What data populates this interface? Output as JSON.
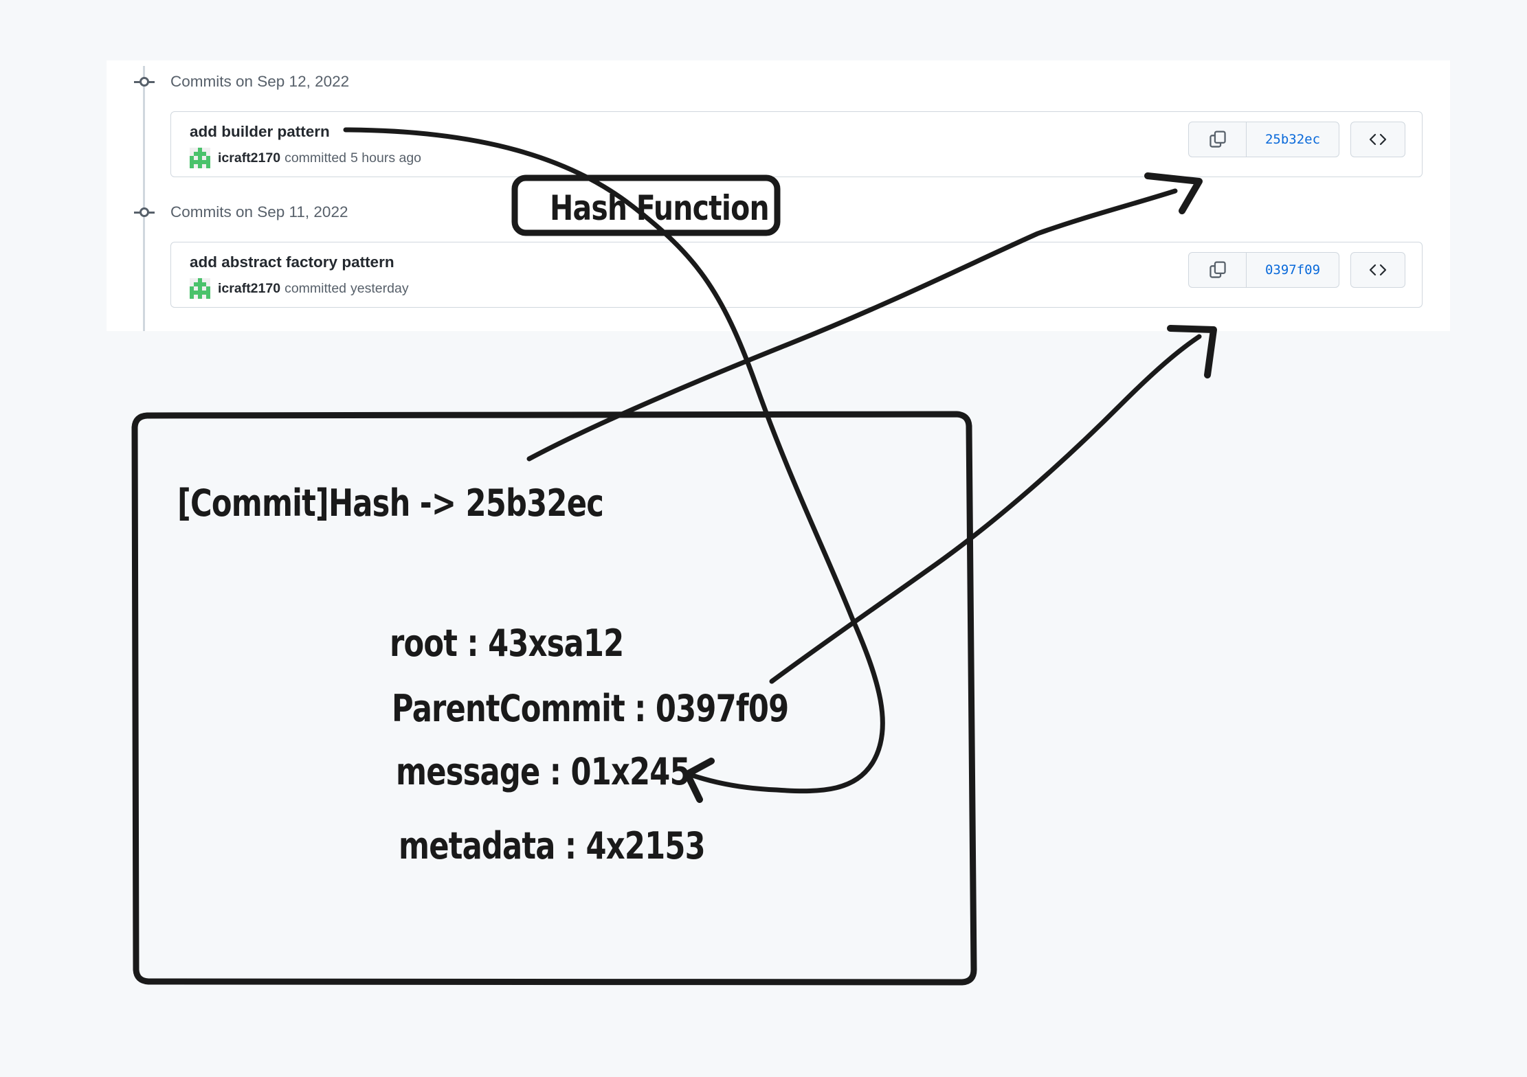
{
  "commit_list": {
    "groups": [
      {
        "heading": "Commits on Sep 12, 2022",
        "commit": {
          "title": "add builder pattern",
          "author": "icraft2170",
          "action": "committed",
          "time": "5 hours ago",
          "sha": "25b32ec"
        }
      },
      {
        "heading": "Commits on Sep 11, 2022",
        "commit": {
          "title": "add abstract factory pattern",
          "author": "icraft2170",
          "action": "committed",
          "time": "yesterday",
          "sha": "0397f09"
        }
      }
    ]
  },
  "annotation": {
    "hash_function_label": "Hash Function",
    "commit_hash_line": "[Commit]Hash -> 25b32ec",
    "fields": {
      "root": "root : 43xsa12",
      "parent": "ParentCommit : 0397f09",
      "message": "message : 01x245",
      "metadata": "metadata : 4x2153"
    }
  },
  "icons": {
    "copy": "copy-icon",
    "code": "code-icon",
    "avatar": "identicon-avatar",
    "commit_node": "git-commit-icon"
  },
  "colors": {
    "link": "#0969da",
    "muted_text": "#57606a",
    "avatar_green": "#4ac26b",
    "ink": "#1a1a1a"
  }
}
